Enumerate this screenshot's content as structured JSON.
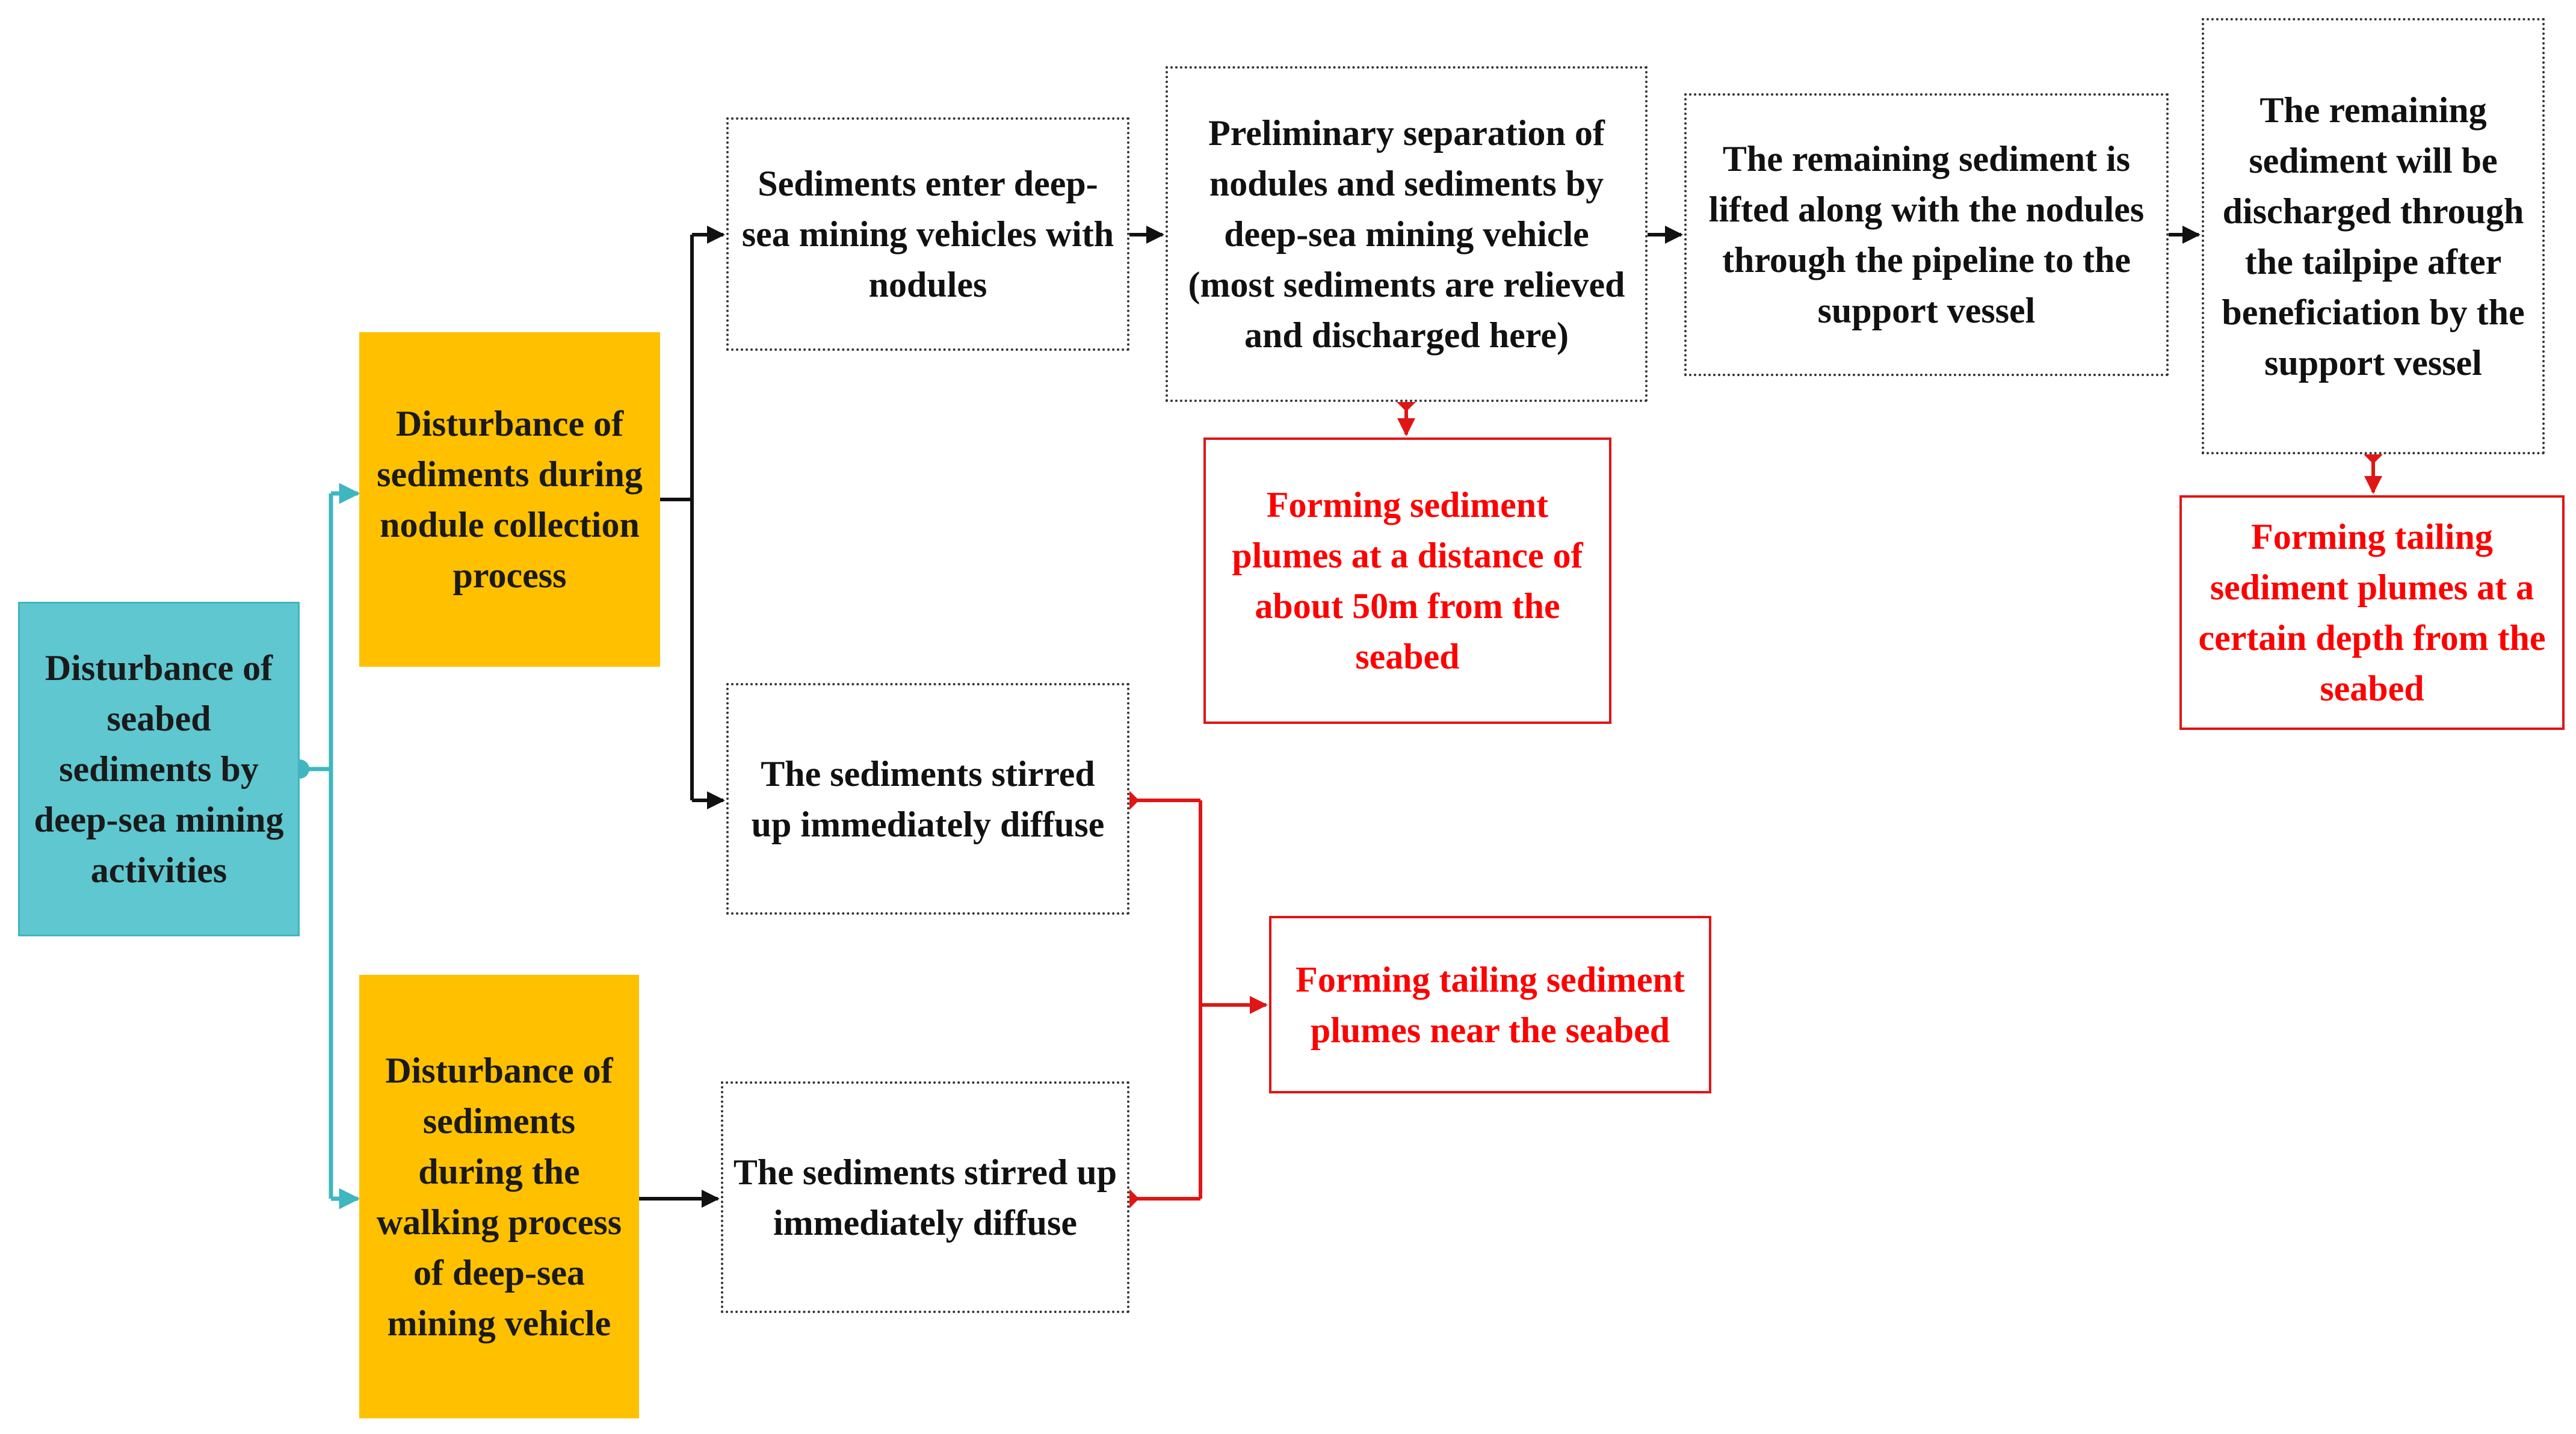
{
  "nodes": {
    "root": "Disturbance of seabed sediments by deep-sea mining activities",
    "collection": "Disturbance of sediments during nodule collection process",
    "walking": "Disturbance of sediments during the walking process of deep-sea mining vehicle",
    "enter": "Sediments enter deep-sea mining vehicles with nodules",
    "separation": "Preliminary separation of nodules and sediments by deep-sea mining vehicle (most sediments are relieved and discharged here)",
    "lifted": "The remaining sediment is lifted along with the nodules through the pipeline to the support vessel",
    "discharged": "The remaining sediment will be discharged through the tailpipe after beneficiation by the support vessel",
    "plume_50m": "Forming sediment plumes at a distance of about 50m from the seabed",
    "plume_depth": "Forming tailing sediment plumes at a certain depth from the seabed",
    "stirred_1": "The sediments stirred up immediately diffuse",
    "stirred_2": "The sediments stirred up immediately diffuse",
    "plume_near": "Forming tailing sediment plumes near the seabed"
  },
  "colors": {
    "root_fill": "#5ec7cf",
    "category_fill": "#ffc000",
    "teal_connector": "#3fb6c0",
    "black_connector": "#111111",
    "red_connector": "#e01515",
    "outcome_text": "#ff0000"
  }
}
